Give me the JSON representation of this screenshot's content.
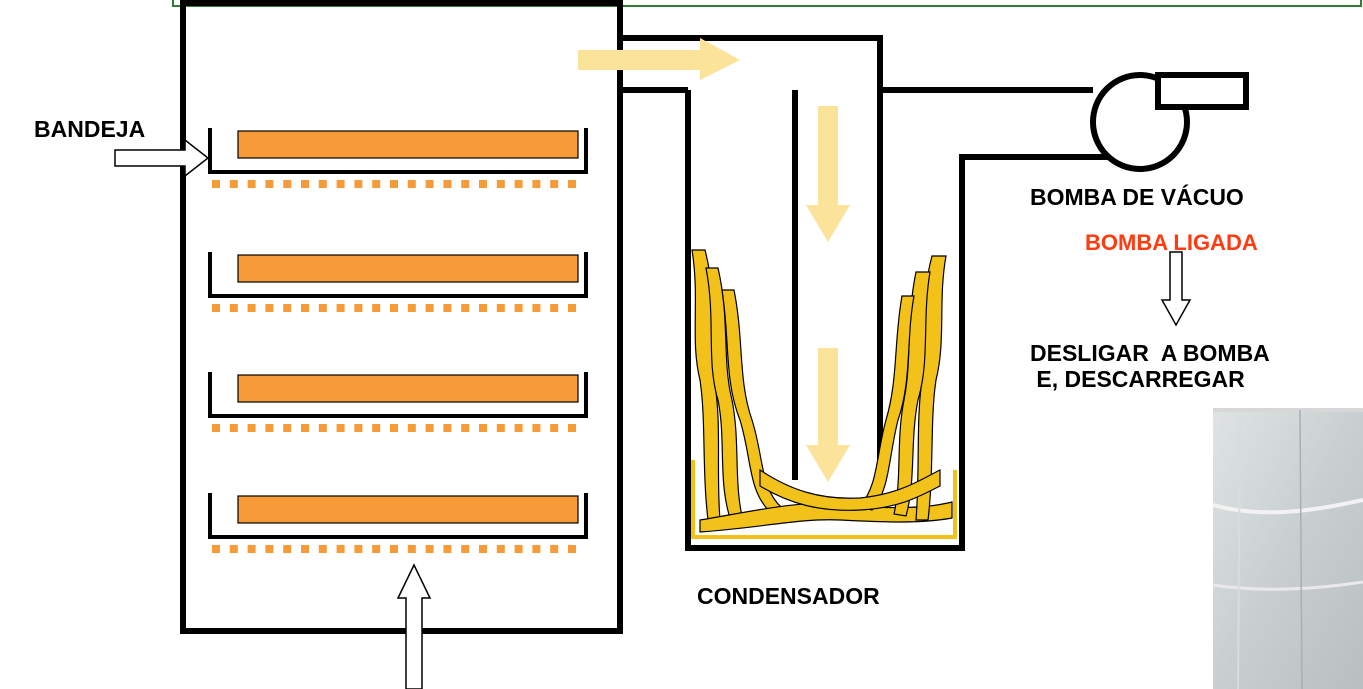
{
  "labels": {
    "bandeja": "BANDEJA",
    "pump": "BOMBA DE VÁCUO",
    "pump_status": "BOMBA LIGADA",
    "action_line1": "DESLIGAR  A BOMBA",
    "action_line2": " E, DESCARREGAR",
    "condenser": "CONDENSADOR"
  },
  "colors": {
    "outline": "#000000",
    "tray_fill": "#f79a38",
    "flow_arrow": "#fbe39a",
    "frost": "#f2c21a",
    "header_border": "#2e7d32",
    "status_text": "#ff3b10"
  },
  "trays": [
    1,
    2,
    3,
    4
  ]
}
